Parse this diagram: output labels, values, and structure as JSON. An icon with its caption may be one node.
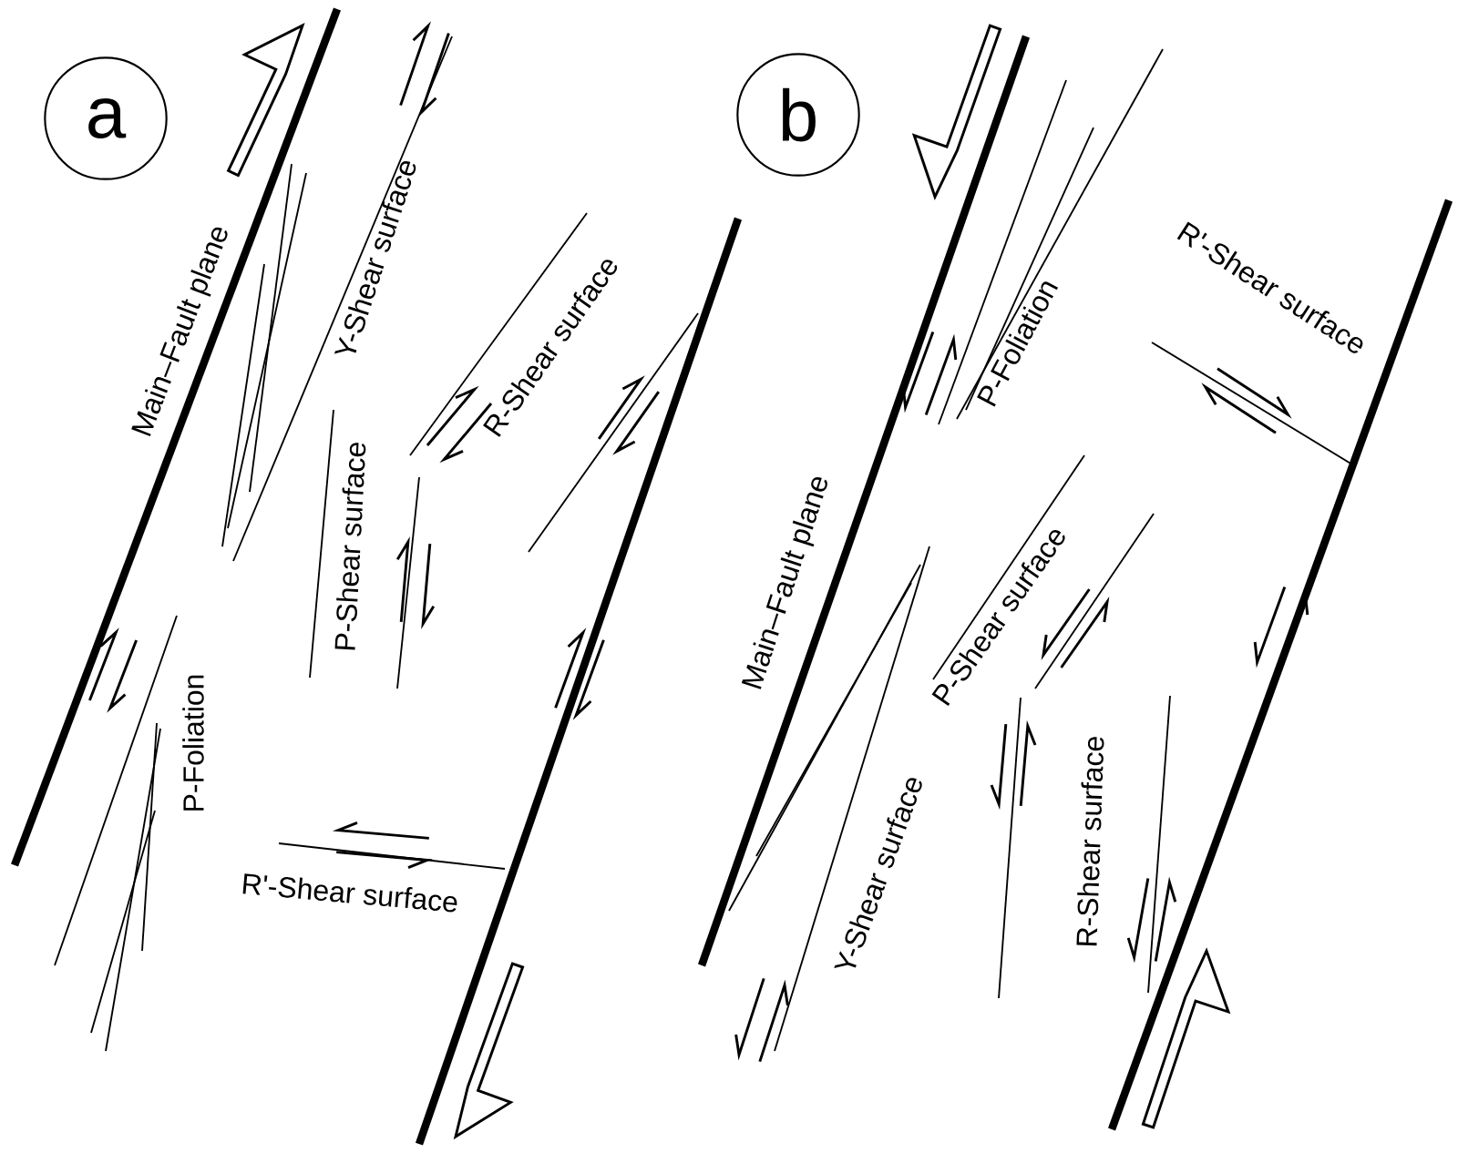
{
  "diagram": {
    "nodes": [
      {
        "text": [
          "a"
        ]
      },
      {
        "text": [
          "b"
        ]
      }
    ],
    "labels": [
      "Main–Fault plane",
      "Y-Shear surface",
      "P-Shear surface",
      "R-Shear surface",
      "P-Foliation",
      "R'-Shear surface",
      "P-Foliation",
      "R'-Shear surface",
      "Main–Fault plane",
      "P-Shear surface",
      "Y-Shear surface",
      "R-Shear surface"
    ]
  }
}
